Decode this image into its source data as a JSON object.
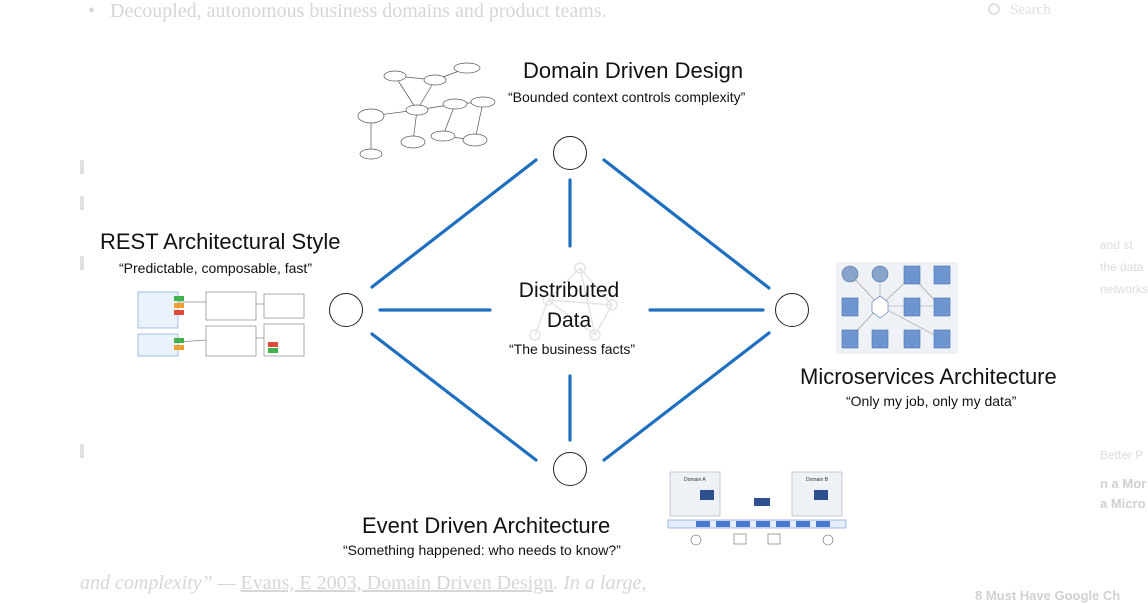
{
  "background": {
    "bullet": "Decoupled, autonomous business domains and product teams.",
    "search": "Search",
    "quote_prefix": "and complexity” — ",
    "quote_link": "Evans, E 2003, Domain Driven Design",
    "quote_suffix": ". In a large,",
    "side_lines": [
      "and st",
      "the data",
      "networks"
    ],
    "side_bold": [
      "n a Mor",
      "a Micro"
    ],
    "side_label": "Better P",
    "side_footer": "8 Must Have Google Ch"
  },
  "diagram": {
    "center": {
      "title_line1": "Distributed",
      "title_line2": "Data",
      "subtitle": "“The business facts”"
    },
    "top": {
      "title": "Domain Driven Design",
      "subtitle": "“Bounded context controls complexity”"
    },
    "left": {
      "title": "REST Architectural Style",
      "subtitle": "“Predictable, composable, fast”"
    },
    "right": {
      "title": "Microservices Architecture",
      "subtitle": "“Only my job, only my data”"
    },
    "bottom": {
      "title": "Event Driven Architecture",
      "subtitle": "“Something happened: who needs to know?”"
    },
    "event_thumb": {
      "domain_a": "Domain A",
      "domain_b": "Domain B"
    },
    "line_color": "#1f6fc1"
  }
}
